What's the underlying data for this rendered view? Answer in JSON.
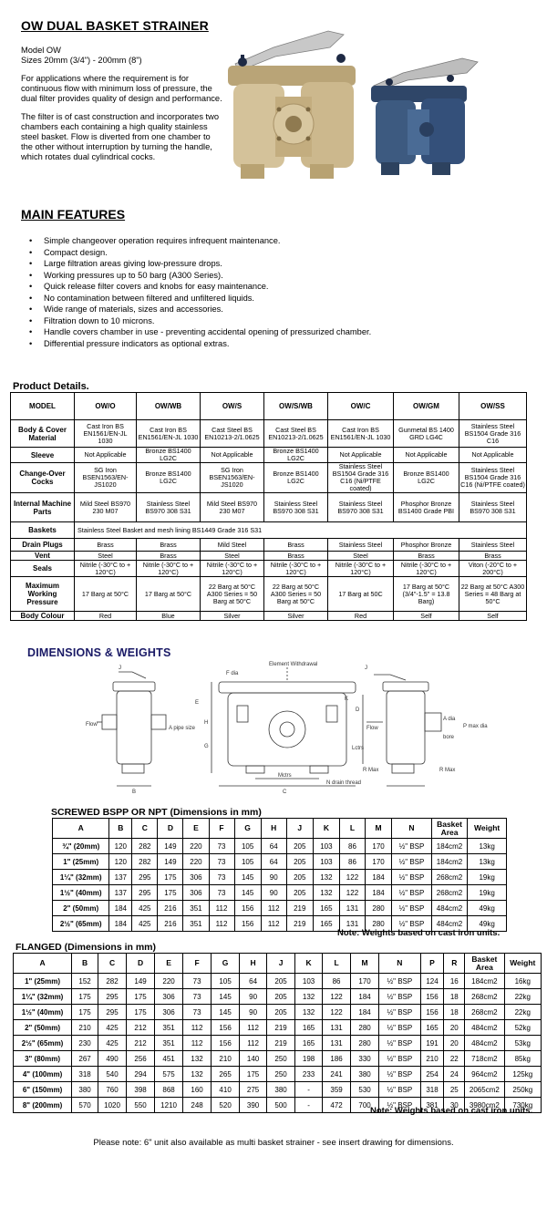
{
  "title": "OW DUAL BASKET STRAINER",
  "intro": {
    "model": "Model OW",
    "sizes": "Sizes 20mm (3/4\") - 200mm (8\")",
    "para1": "For applications where the requirement is for continuous flow with minimum loss of pressure, the dual filter provides quality of design and performance.",
    "para2": "The filter is of cast construction and incorporates two chambers each containing a high quality stainless steel basket. Flow is diverted from one chamber to the other without interruption by turning the handle, which rotates dual cylindrical cocks."
  },
  "main_features": {
    "heading": "MAIN FEATURES",
    "items": [
      "Simple changeover operation requires infrequent maintenance.",
      "Compact design.",
      "Large filtration areas giving low-pressure drops.",
      "Working pressures up to 50 barg (A300 Series).",
      "Quick release filter covers and knobs for easy maintenance.",
      "No contamination between filtered and unfiltered liquids.",
      "Wide range of materials, sizes and accessories.",
      "Filtration down to 10 microns.",
      "Handle covers chamber in use - preventing accidental opening of pressurized chamber.",
      "Differential pressure indicators as optional extras."
    ]
  },
  "product_details": {
    "heading": "Product Details.",
    "headers": [
      "MODEL",
      "OW/O",
      "OW/WB",
      "OW/S",
      "OW/S/WB",
      "OW/C",
      "OW/GM",
      "OW/SS"
    ],
    "rows": [
      {
        "label": "Body & Cover Material",
        "cells": [
          "Cast Iron BS EN1561/EN-JL 1030",
          "Cast Iron BS EN1561/EN-JL 1030",
          "Cast Steel BS EN10213-2/1.0625",
          "Cast Steel BS EN10213-2/1.0625",
          "Cast Iron BS EN1561/EN-JL 1030",
          "Gunmetal BS 1400 GRD LG4C",
          "Stainless Steel BS1504 Grade 316 C16"
        ]
      },
      {
        "label": "Sleeve",
        "cells": [
          "Not Applicable",
          "Bronze BS1400 LG2C",
          "Not Applicable",
          "Bronze BS1400 LG2C",
          "Not Applicable",
          "Not Applicable",
          "Not Applicable"
        ]
      },
      {
        "label": "Change-Over Cocks",
        "cells": [
          "SG Iron BSEN1563/EN-JS1020",
          "Bronze BS1400 LG2C",
          "SG Iron BSEN1563/EN-JS1020",
          "Bronze BS1400 LG2C",
          "Stainless Steel BS1504 Grade 316 C16 (Ni/PTFE coated)",
          "Bronze BS1400 LG2C",
          "Stainless Steel BS1504 Grade 316 C16 (Ni/PTFE coated)"
        ]
      },
      {
        "label": "Internal Machine Parts",
        "cells": [
          "Mild Steel BS970 230 M07",
          "Stainless Steel BS970 308 S31",
          "Mild Steel BS970 230 M07",
          "Stainless Steel BS970 308 S31",
          "Stainless Steel BS970 308 S31",
          "Phosphor Bronze BS1400 Grade PBI",
          "Stainless Steel BS970 308 S31"
        ]
      },
      {
        "label": "Baskets",
        "span": "Stainless Steel Basket and mesh lining BS1449 Grade 316 S31"
      },
      {
        "label": "Drain Plugs",
        "cells": [
          "Brass",
          "Brass",
          "Mild Steel",
          "Brass",
          "Stainless Steel",
          "Phosphor Bronze",
          "Stainless Steel"
        ]
      },
      {
        "label": "Vent",
        "cells": [
          "Steel",
          "Brass",
          "Steel",
          "Brass",
          "Steel",
          "Brass",
          "Brass"
        ]
      },
      {
        "label": "Seals",
        "cells": [
          "Nitrile (-30°C to + 120°C)",
          "Nitrile (-30°C to + 120°C)",
          "Nitrile (-30°C to + 120°C)",
          "Nitrile (-30°C to + 120°C)",
          "Nitrile (-30°C to + 120°C)",
          "Nitrile (-30°C to + 120°C)",
          "Viton (-20°C to + 200°C)"
        ]
      },
      {
        "label": "Maximum Working Pressure",
        "cells": [
          "17 Barg at 50°C",
          "17 Barg at 50°C",
          "22 Barg at 50°C A300 Series = 50 Barg at 50°C",
          "22 Barg at 50°C A300 Series = 50 Barg at 50°C",
          "17 Barg at 50C",
          "17 Barg at 50°C (3/4\"-1.5\" = 13.8 Barg)",
          "22 Barg at 50°C A300 Series = 48 Barg at 50°C"
        ]
      },
      {
        "label": "Body Colour",
        "cells": [
          "Red",
          "Blue",
          "Silver",
          "Silver",
          "Red",
          "Self",
          "Self"
        ]
      }
    ]
  },
  "dimensions": {
    "heading": "DIMENSIONS & WEIGHTS",
    "drawing_labels": {
      "element_withdrawal": "Element Withdrawal",
      "f_dia": "F dia",
      "flow": "Flow",
      "pipe_size": "A pipe size",
      "c": "C",
      "b": "B",
      "e": "E",
      "h": "H",
      "g": "G",
      "j": "J",
      "k": "K",
      "d": "D",
      "mctrs": "Mctrs",
      "lctrs": "Lctrs",
      "n_drain": "N drain thread",
      "a_dia": "A dia",
      "p_max_dia": "P max dia",
      "bore": "bore",
      "r_max": "R Max"
    }
  },
  "screwed": {
    "heading": "SCREWED BSPP OR NPT (Dimensions in mm)",
    "headers": [
      "A",
      "B",
      "C",
      "D",
      "E",
      "F",
      "G",
      "H",
      "J",
      "K",
      "L",
      "M",
      "N",
      "Basket Area",
      "Weight"
    ],
    "rows": [
      [
        "¾\" (20mm)",
        "120",
        "282",
        "149",
        "220",
        "73",
        "105",
        "64",
        "205",
        "103",
        "86",
        "170",
        "½\" BSP",
        "184cm2",
        "13kg"
      ],
      [
        "1\" (25mm)",
        "120",
        "282",
        "149",
        "220",
        "73",
        "105",
        "64",
        "205",
        "103",
        "86",
        "170",
        "½\" BSP",
        "184cm2",
        "13kg"
      ],
      [
        "1¼\" (32mm)",
        "137",
        "295",
        "175",
        "306",
        "73",
        "145",
        "90",
        "205",
        "132",
        "122",
        "184",
        "½\" BSP",
        "268cm2",
        "19kg"
      ],
      [
        "1½\" (40mm)",
        "137",
        "295",
        "175",
        "306",
        "73",
        "145",
        "90",
        "205",
        "132",
        "122",
        "184",
        "½\" BSP",
        "268cm2",
        "19kg"
      ],
      [
        "2\" (50mm)",
        "184",
        "425",
        "216",
        "351",
        "112",
        "156",
        "112",
        "219",
        "165",
        "131",
        "280",
        "½\" BSP",
        "484cm2",
        "49kg"
      ],
      [
        "2½\" (65mm)",
        "184",
        "425",
        "216",
        "351",
        "112",
        "156",
        "112",
        "219",
        "165",
        "131",
        "280",
        "½\" BSP",
        "484cm2",
        "49kg"
      ]
    ],
    "note": "Note: Weights based on cast iron units."
  },
  "flanged": {
    "heading": "FLANGED (Dimensions in mm)",
    "headers": [
      "A",
      "B",
      "C",
      "D",
      "E",
      "F",
      "G",
      "H",
      "J",
      "K",
      "L",
      "M",
      "N",
      "P",
      "R",
      "Basket Area",
      "Weight"
    ],
    "rows": [
      [
        "1\" (25mm)",
        "152",
        "282",
        "149",
        "220",
        "73",
        "105",
        "64",
        "205",
        "103",
        "86",
        "170",
        "½\" BSP",
        "124",
        "16",
        "184cm2",
        "16kg"
      ],
      [
        "1¼\" (32mm)",
        "175",
        "295",
        "175",
        "306",
        "73",
        "145",
        "90",
        "205",
        "132",
        "122",
        "184",
        "½\" BSP",
        "156",
        "18",
        "268cm2",
        "22kg"
      ],
      [
        "1½\" (40mm)",
        "175",
        "295",
        "175",
        "306",
        "73",
        "145",
        "90",
        "205",
        "132",
        "122",
        "184",
        "½\" BSP",
        "156",
        "18",
        "268cm2",
        "22kg"
      ],
      [
        "2\" (50mm)",
        "210",
        "425",
        "212",
        "351",
        "112",
        "156",
        "112",
        "219",
        "165",
        "131",
        "280",
        "½\" BSP",
        "165",
        "20",
        "484cm2",
        "52kg"
      ],
      [
        "2½\" (65mm)",
        "230",
        "425",
        "212",
        "351",
        "112",
        "156",
        "112",
        "219",
        "165",
        "131",
        "280",
        "½\" BSP",
        "191",
        "20",
        "484cm2",
        "53kg"
      ],
      [
        "3\" (80mm)",
        "267",
        "490",
        "256",
        "451",
        "132",
        "210",
        "140",
        "250",
        "198",
        "186",
        "330",
        "½\" BSP",
        "210",
        "22",
        "718cm2",
        "85kg"
      ],
      [
        "4\" (100mm)",
        "318",
        "540",
        "294",
        "575",
        "132",
        "265",
        "175",
        "250",
        "233",
        "241",
        "380",
        "½\" BSP",
        "254",
        "24",
        "964cm2",
        "125kg"
      ],
      [
        "6\" (150mm)",
        "380",
        "760",
        "398",
        "868",
        "160",
        "410",
        "275",
        "380",
        "-",
        "359",
        "530",
        "½\" BSP",
        "318",
        "25",
        "2065cm2",
        "250kg"
      ],
      [
        "8\" (200mm)",
        "570",
        "1020",
        "550",
        "1210",
        "248",
        "520",
        "390",
        "500",
        "-",
        "472",
        "700",
        "½\" BSP",
        "381",
        "30",
        "3980cm2",
        "730kg"
      ]
    ],
    "note": "Note: Weights based on cast iron units."
  },
  "footer_note": "Please note: 6\" unit also available as multi basket strainer - see insert drawing for dimensions.",
  "colors": {
    "brass_body": "#c9b48a",
    "blue_body": "#3d5a80",
    "handle": "#b8b8b8",
    "knob": "#1e2a44",
    "dimension_heading": "#1a1a66"
  }
}
